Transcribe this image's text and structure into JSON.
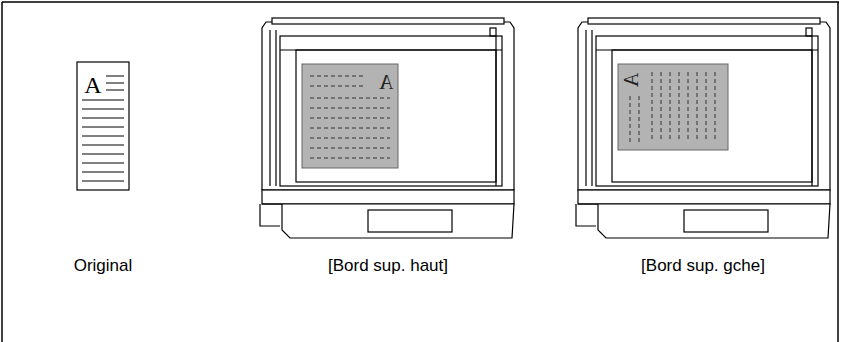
{
  "diagram": {
    "labels": [
      "A",
      "Original",
      "A",
      "[Bord sup. haut]",
      "A",
      "[Bord sup. gche]"
    ]
  }
}
